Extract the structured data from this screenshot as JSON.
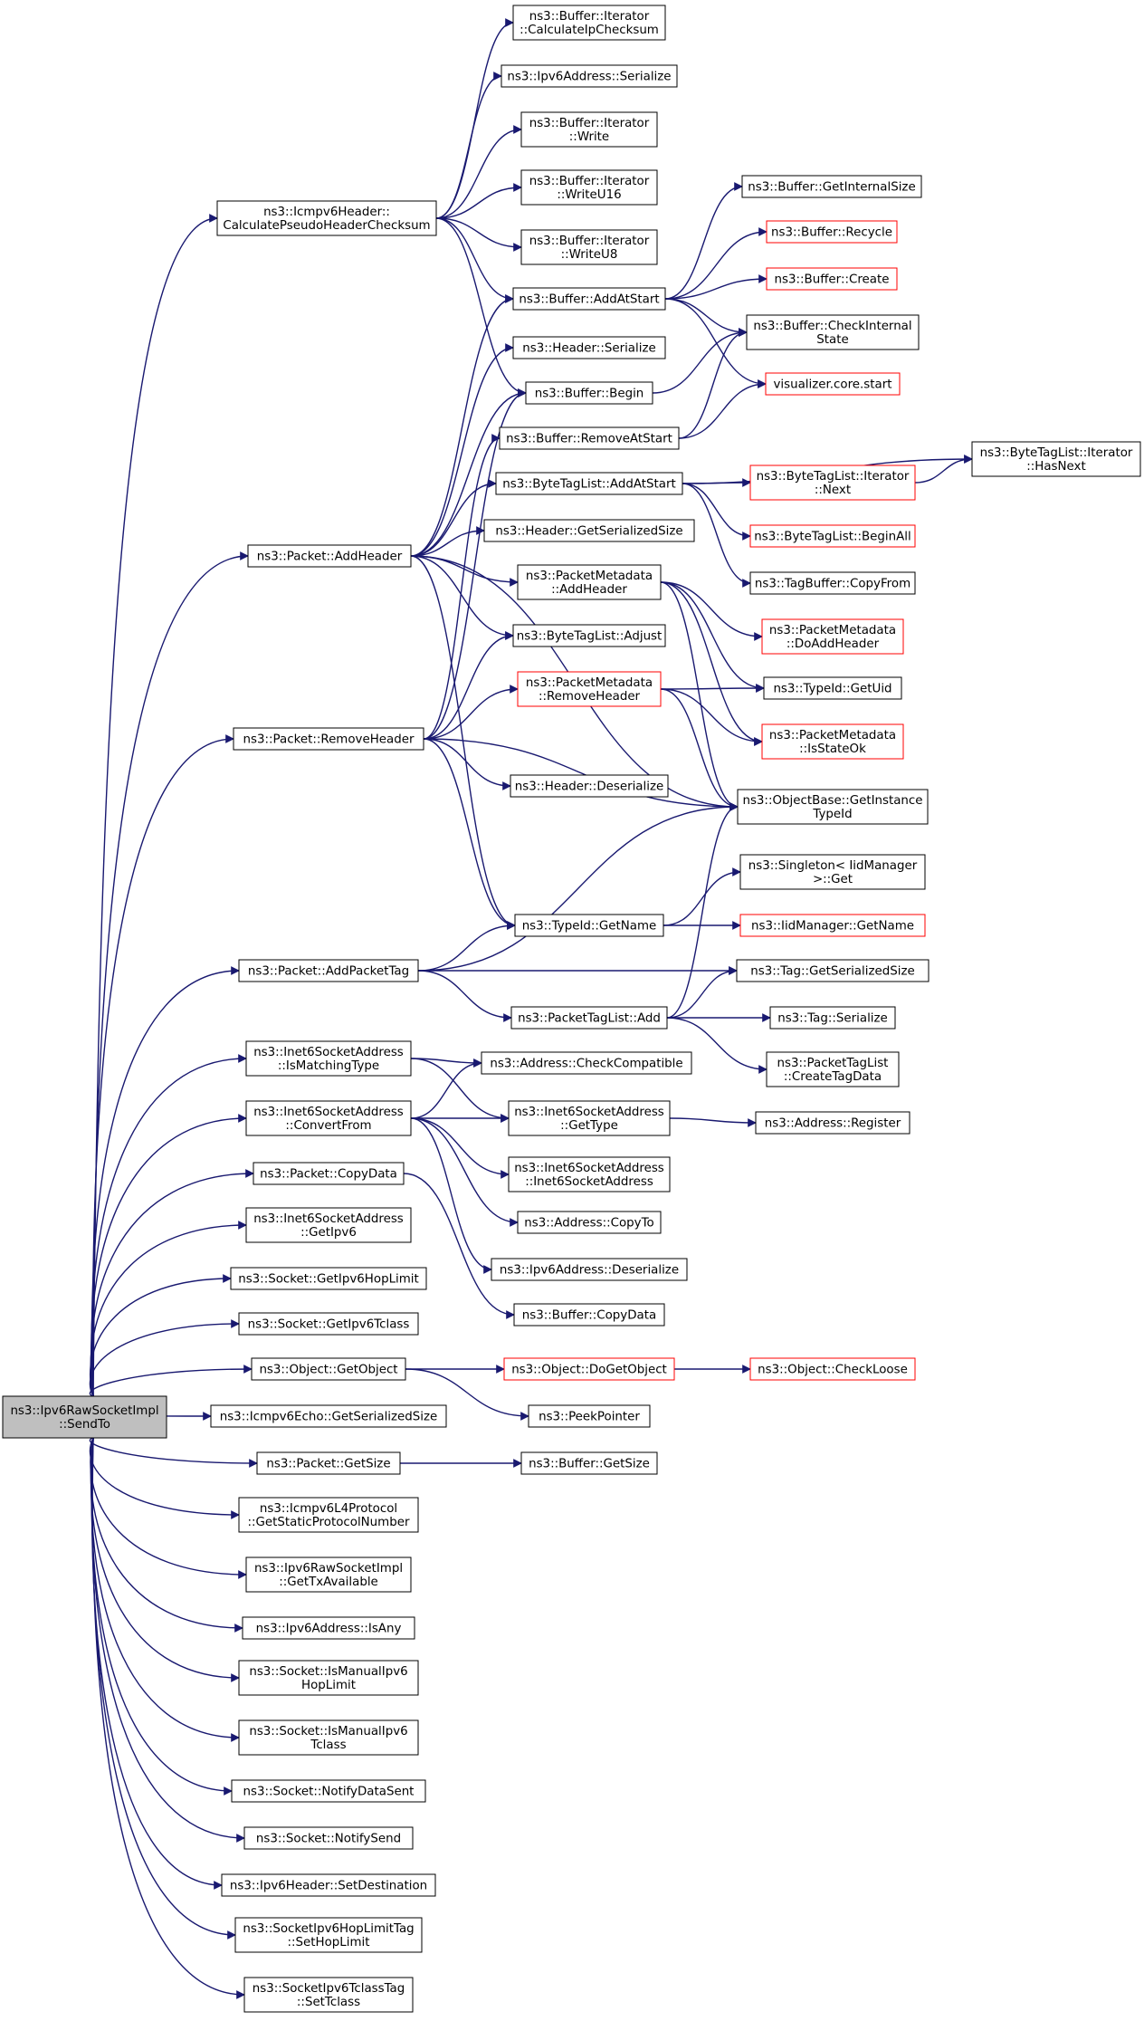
{
  "nodes": [
    {
      "id": "root",
      "lines": [
        "ns3::Ipv6RawSocketImpl",
        "::SendTo"
      ],
      "style": "root"
    },
    {
      "id": "icmp6chk",
      "lines": [
        "ns3::Icmpv6Header::",
        "CalculatePseudoHeaderChecksum"
      ]
    },
    {
      "id": "calcip",
      "lines": [
        "ns3::Buffer::Iterator",
        "::CalculateIpChecksum"
      ]
    },
    {
      "id": "ip6ser",
      "lines": [
        "ns3::Ipv6Address::Serialize"
      ]
    },
    {
      "id": "itwrite",
      "lines": [
        "ns3::Buffer::Iterator",
        "::Write"
      ]
    },
    {
      "id": "itwrite16",
      "lines": [
        "ns3::Buffer::Iterator",
        "::WriteU16"
      ]
    },
    {
      "id": "itwrite8",
      "lines": [
        "ns3::Buffer::Iterator",
        "::WriteU8"
      ]
    },
    {
      "id": "getint",
      "lines": [
        "ns3::Buffer::GetInternalSize"
      ]
    },
    {
      "id": "recycle",
      "lines": [
        "ns3::Buffer::Recycle"
      ],
      "style": "red"
    },
    {
      "id": "bcreate",
      "lines": [
        "ns3::Buffer::Create"
      ],
      "style": "red"
    },
    {
      "id": "addatstart",
      "lines": [
        "ns3::Buffer::AddAtStart"
      ]
    },
    {
      "id": "checkint",
      "lines": [
        "ns3::Buffer::CheckInternal",
        "State"
      ]
    },
    {
      "id": "hdrser",
      "lines": [
        "ns3::Header::Serialize"
      ]
    },
    {
      "id": "bbegin",
      "lines": [
        "ns3::Buffer::Begin"
      ]
    },
    {
      "id": "viz",
      "lines": [
        "visualizer.core.start"
      ],
      "style": "red"
    },
    {
      "id": "rmatstart",
      "lines": [
        "ns3::Buffer::RemoveAtStart"
      ]
    },
    {
      "id": "btladd",
      "lines": [
        "ns3::ByteTagList::AddAtStart"
      ]
    },
    {
      "id": "btlnext",
      "lines": [
        "ns3::ByteTagList::Iterator",
        "::Next"
      ],
      "style": "red"
    },
    {
      "id": "btlhasnext",
      "lines": [
        "ns3::ByteTagList::Iterator",
        "::HasNext"
      ]
    },
    {
      "id": "hdrgetsz",
      "lines": [
        "ns3::Header::GetSerializedSize"
      ]
    },
    {
      "id": "btlbeginall",
      "lines": [
        "ns3::ByteTagList::BeginAll"
      ],
      "style": "red"
    },
    {
      "id": "pktaddhdr",
      "lines": [
        "ns3::Packet::AddHeader"
      ]
    },
    {
      "id": "pmaddhdr",
      "lines": [
        "ns3::PacketMetadata",
        "::AddHeader"
      ]
    },
    {
      "id": "tagbufcopy",
      "lines": [
        "ns3::TagBuffer::CopyFrom"
      ]
    },
    {
      "id": "pmdoadd",
      "lines": [
        "ns3::PacketMetadata",
        "::DoAddHeader"
      ],
      "style": "red"
    },
    {
      "id": "btladjust",
      "lines": [
        "ns3::ByteTagList::Adjust"
      ]
    },
    {
      "id": "pmrmhdr",
      "lines": [
        "ns3::PacketMetadata",
        "::RemoveHeader"
      ],
      "style": "red"
    },
    {
      "id": "tidgetuid",
      "lines": [
        "ns3::TypeId::GetUid"
      ]
    },
    {
      "id": "pktrmhdr",
      "lines": [
        "ns3::Packet::RemoveHeader"
      ]
    },
    {
      "id": "pmstateok",
      "lines": [
        "ns3::PacketMetadata",
        "::IsStateOk"
      ],
      "style": "red"
    },
    {
      "id": "hdrdeser",
      "lines": [
        "ns3::Header::Deserialize"
      ]
    },
    {
      "id": "obgetinst",
      "lines": [
        "ns3::ObjectBase::GetInstance",
        "TypeId"
      ]
    },
    {
      "id": "singleton",
      "lines": [
        "ns3::Singleton< IidManager",
        " >::Get"
      ]
    },
    {
      "id": "tidgetname",
      "lines": [
        "ns3::TypeId::GetName"
      ]
    },
    {
      "id": "iidgetname",
      "lines": [
        "ns3::IidManager::GetName"
      ],
      "style": "red"
    },
    {
      "id": "pktaddtag",
      "lines": [
        "ns3::Packet::AddPacketTag"
      ]
    },
    {
      "id": "taggetsz",
      "lines": [
        "ns3::Tag::GetSerializedSize"
      ]
    },
    {
      "id": "ptladd",
      "lines": [
        "ns3::PacketTagList::Add"
      ]
    },
    {
      "id": "tagser",
      "lines": [
        "ns3::Tag::Serialize"
      ]
    },
    {
      "id": "i6ismatch",
      "lines": [
        "ns3::Inet6SocketAddress",
        "::IsMatchingType"
      ]
    },
    {
      "id": "addrchk",
      "lines": [
        "ns3::Address::CheckCompatible"
      ]
    },
    {
      "id": "ptlcreate",
      "lines": [
        "ns3::PacketTagList",
        "::CreateTagData"
      ]
    },
    {
      "id": "i6convert",
      "lines": [
        "ns3::Inet6SocketAddress",
        "::ConvertFrom"
      ]
    },
    {
      "id": "i6gettype",
      "lines": [
        "ns3::Inet6SocketAddress",
        "::GetType"
      ]
    },
    {
      "id": "addrreg",
      "lines": [
        "ns3::Address::Register"
      ]
    },
    {
      "id": "i6ctor",
      "lines": [
        "ns3::Inet6SocketAddress",
        "::Inet6SocketAddress"
      ]
    },
    {
      "id": "pktcopy",
      "lines": [
        "ns3::Packet::CopyData"
      ]
    },
    {
      "id": "addrcopyto",
      "lines": [
        "ns3::Address::CopyTo"
      ]
    },
    {
      "id": "i6getipv6",
      "lines": [
        "ns3::Inet6SocketAddress",
        "::GetIpv6"
      ]
    },
    {
      "id": "ip6deser",
      "lines": [
        "ns3::Ipv6Address::Deserialize"
      ]
    },
    {
      "id": "sockhop",
      "lines": [
        "ns3::Socket::GetIpv6HopLimit"
      ]
    },
    {
      "id": "bufcopy",
      "lines": [
        "ns3::Buffer::CopyData"
      ]
    },
    {
      "id": "socktcls",
      "lines": [
        "ns3::Socket::GetIpv6Tclass"
      ]
    },
    {
      "id": "objgetobj",
      "lines": [
        "ns3::Object::GetObject"
      ]
    },
    {
      "id": "objdoget",
      "lines": [
        "ns3::Object::DoGetObject"
      ],
      "style": "red"
    },
    {
      "id": "objloose",
      "lines": [
        "ns3::Object::CheckLoose"
      ],
      "style": "red"
    },
    {
      "id": "echosz",
      "lines": [
        "ns3::Icmpv6Echo::GetSerializedSize"
      ]
    },
    {
      "id": "peekptr",
      "lines": [
        "ns3::PeekPointer"
      ]
    },
    {
      "id": "pktgetsize",
      "lines": [
        "ns3::Packet::GetSize"
      ]
    },
    {
      "id": "bufgetsize",
      "lines": [
        "ns3::Buffer::GetSize"
      ]
    },
    {
      "id": "l4proto",
      "lines": [
        "ns3::Icmpv6L4Protocol",
        "::GetStaticProtocolNumber"
      ]
    },
    {
      "id": "txavail",
      "lines": [
        "ns3::Ipv6RawSocketImpl",
        "::GetTxAvailable"
      ]
    },
    {
      "id": "isany",
      "lines": [
        "ns3::Ipv6Address::IsAny"
      ]
    },
    {
      "id": "manhop",
      "lines": [
        "ns3::Socket::IsManualIpv6",
        "HopLimit"
      ]
    },
    {
      "id": "mantcls",
      "lines": [
        "ns3::Socket::IsManualIpv6",
        "Tclass"
      ]
    },
    {
      "id": "notifyds",
      "lines": [
        "ns3::Socket::NotifyDataSent"
      ]
    },
    {
      "id": "notifysend",
      "lines": [
        "ns3::Socket::NotifySend"
      ]
    },
    {
      "id": "setdest",
      "lines": [
        "ns3::Ipv6Header::SetDestination"
      ]
    },
    {
      "id": "sethop",
      "lines": [
        "ns3::SocketIpv6HopLimitTag",
        "::SetHopLimit"
      ]
    },
    {
      "id": "settcls",
      "lines": [
        "ns3::SocketIpv6TclassTag",
        "::SetTclass"
      ]
    }
  ],
  "edges": [
    [
      "root",
      "icmp6chk"
    ],
    [
      "root",
      "pktaddhdr"
    ],
    [
      "root",
      "pktrmhdr"
    ],
    [
      "root",
      "pktaddtag"
    ],
    [
      "root",
      "i6ismatch"
    ],
    [
      "root",
      "i6convert"
    ],
    [
      "root",
      "pktcopy"
    ],
    [
      "root",
      "i6getipv6"
    ],
    [
      "root",
      "sockhop"
    ],
    [
      "root",
      "socktcls"
    ],
    [
      "root",
      "objgetobj"
    ],
    [
      "root",
      "echosz"
    ],
    [
      "root",
      "pktgetsize"
    ],
    [
      "root",
      "l4proto"
    ],
    [
      "root",
      "txavail"
    ],
    [
      "root",
      "isany"
    ],
    [
      "root",
      "manhop"
    ],
    [
      "root",
      "mantcls"
    ],
    [
      "root",
      "notifyds"
    ],
    [
      "root",
      "notifysend"
    ],
    [
      "root",
      "setdest"
    ],
    [
      "root",
      "sethop"
    ],
    [
      "root",
      "settcls"
    ],
    [
      "icmp6chk",
      "calcip"
    ],
    [
      "icmp6chk",
      "ip6ser"
    ],
    [
      "icmp6chk",
      "itwrite"
    ],
    [
      "icmp6chk",
      "itwrite16"
    ],
    [
      "icmp6chk",
      "itwrite8"
    ],
    [
      "icmp6chk",
      "addatstart"
    ],
    [
      "icmp6chk",
      "bbegin"
    ],
    [
      "addatstart",
      "getint"
    ],
    [
      "addatstart",
      "recycle"
    ],
    [
      "addatstart",
      "bcreate"
    ],
    [
      "addatstart",
      "checkint"
    ],
    [
      "addatstart",
      "viz"
    ],
    [
      "bbegin",
      "checkint"
    ],
    [
      "rmatstart",
      "checkint"
    ],
    [
      "rmatstart",
      "viz"
    ],
    [
      "pktaddhdr",
      "addatstart"
    ],
    [
      "pktaddhdr",
      "hdrser"
    ],
    [
      "pktaddhdr",
      "bbegin"
    ],
    [
      "pktaddhdr",
      "btladd"
    ],
    [
      "pktaddhdr",
      "hdrgetsz"
    ],
    [
      "pktaddhdr",
      "pmaddhdr"
    ],
    [
      "pktaddhdr",
      "btladjust"
    ],
    [
      "pktaddhdr",
      "obgetinst"
    ],
    [
      "pktaddhdr",
      "tidgetname"
    ],
    [
      "btladd",
      "btlnext"
    ],
    [
      "btladd",
      "btlhasnext"
    ],
    [
      "btladd",
      "btlbeginall"
    ],
    [
      "btladd",
      "tagbufcopy"
    ],
    [
      "btlnext",
      "btlhasnext"
    ],
    [
      "pmaddhdr",
      "pmdoadd"
    ],
    [
      "pmaddhdr",
      "tidgetuid"
    ],
    [
      "pmaddhdr",
      "pmstateok"
    ],
    [
      "pmaddhdr",
      "obgetinst"
    ],
    [
      "pktrmhdr",
      "bbegin"
    ],
    [
      "pktrmhdr",
      "rmatstart"
    ],
    [
      "pktrmhdr",
      "btladjust"
    ],
    [
      "pktrmhdr",
      "pmrmhdr"
    ],
    [
      "pktrmhdr",
      "hdrdeser"
    ],
    [
      "pktrmhdr",
      "obgetinst"
    ],
    [
      "pktrmhdr",
      "tidgetname"
    ],
    [
      "pmrmhdr",
      "tidgetuid"
    ],
    [
      "pmrmhdr",
      "pmstateok"
    ],
    [
      "pmrmhdr",
      "obgetinst"
    ],
    [
      "tidgetname",
      "singleton"
    ],
    [
      "tidgetname",
      "iidgetname"
    ],
    [
      "pktaddtag",
      "obgetinst"
    ],
    [
      "pktaddtag",
      "tidgetname"
    ],
    [
      "pktaddtag",
      "taggetsz"
    ],
    [
      "pktaddtag",
      "ptladd"
    ],
    [
      "ptladd",
      "obgetinst"
    ],
    [
      "ptladd",
      "taggetsz"
    ],
    [
      "ptladd",
      "tagser"
    ],
    [
      "ptladd",
      "ptlcreate"
    ],
    [
      "i6ismatch",
      "addrchk"
    ],
    [
      "i6ismatch",
      "i6gettype"
    ],
    [
      "i6convert",
      "addrchk"
    ],
    [
      "i6convert",
      "i6gettype"
    ],
    [
      "i6convert",
      "i6ctor"
    ],
    [
      "i6convert",
      "addrcopyto"
    ],
    [
      "i6convert",
      "ip6deser"
    ],
    [
      "i6gettype",
      "addrreg"
    ],
    [
      "pktcopy",
      "bufcopy"
    ],
    [
      "objgetobj",
      "objdoget"
    ],
    [
      "objgetobj",
      "peekptr"
    ],
    [
      "objdoget",
      "objloose"
    ],
    [
      "pktgetsize",
      "bufgetsize"
    ]
  ]
}
